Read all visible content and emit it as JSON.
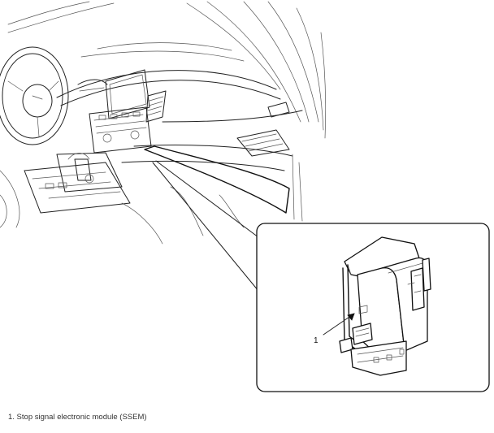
{
  "callouts": [
    {
      "number": "1",
      "description": "Stop signal electronic module (SSEM)"
    }
  ],
  "caption": "1. Stop signal electronic module (SSEM)"
}
